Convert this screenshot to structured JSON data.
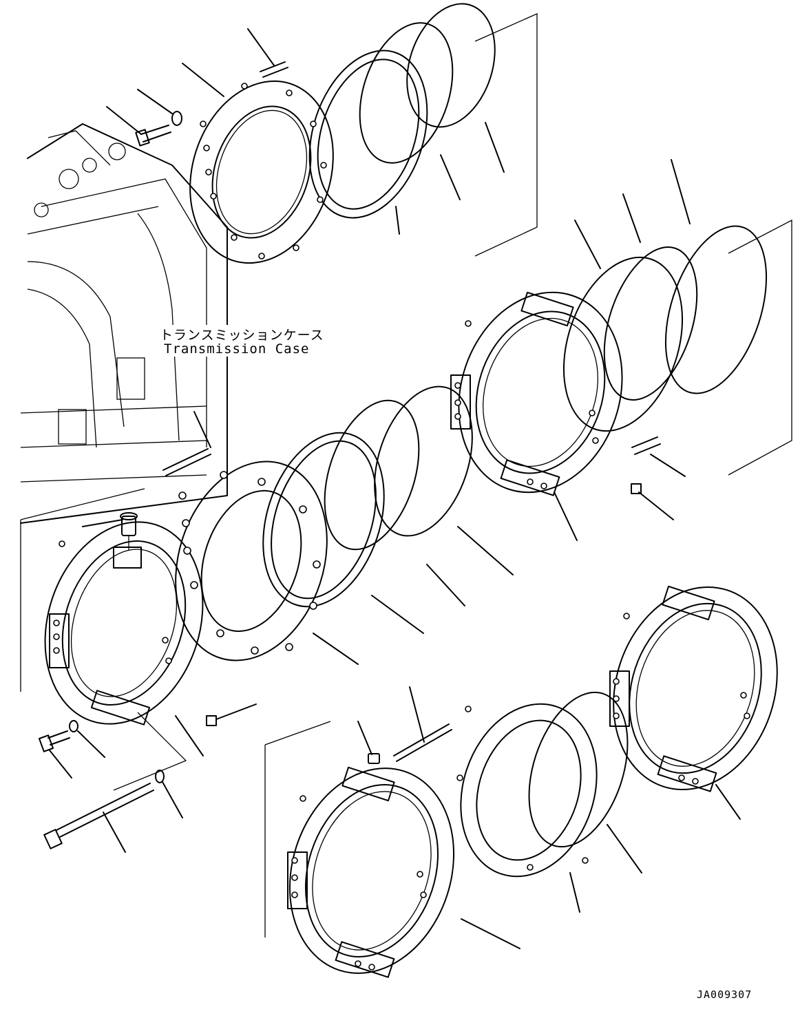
{
  "labels": {
    "case_jp": "トランスミッションケース",
    "case_en": "Transmission Case",
    "drawing_code": "JA009307"
  }
}
